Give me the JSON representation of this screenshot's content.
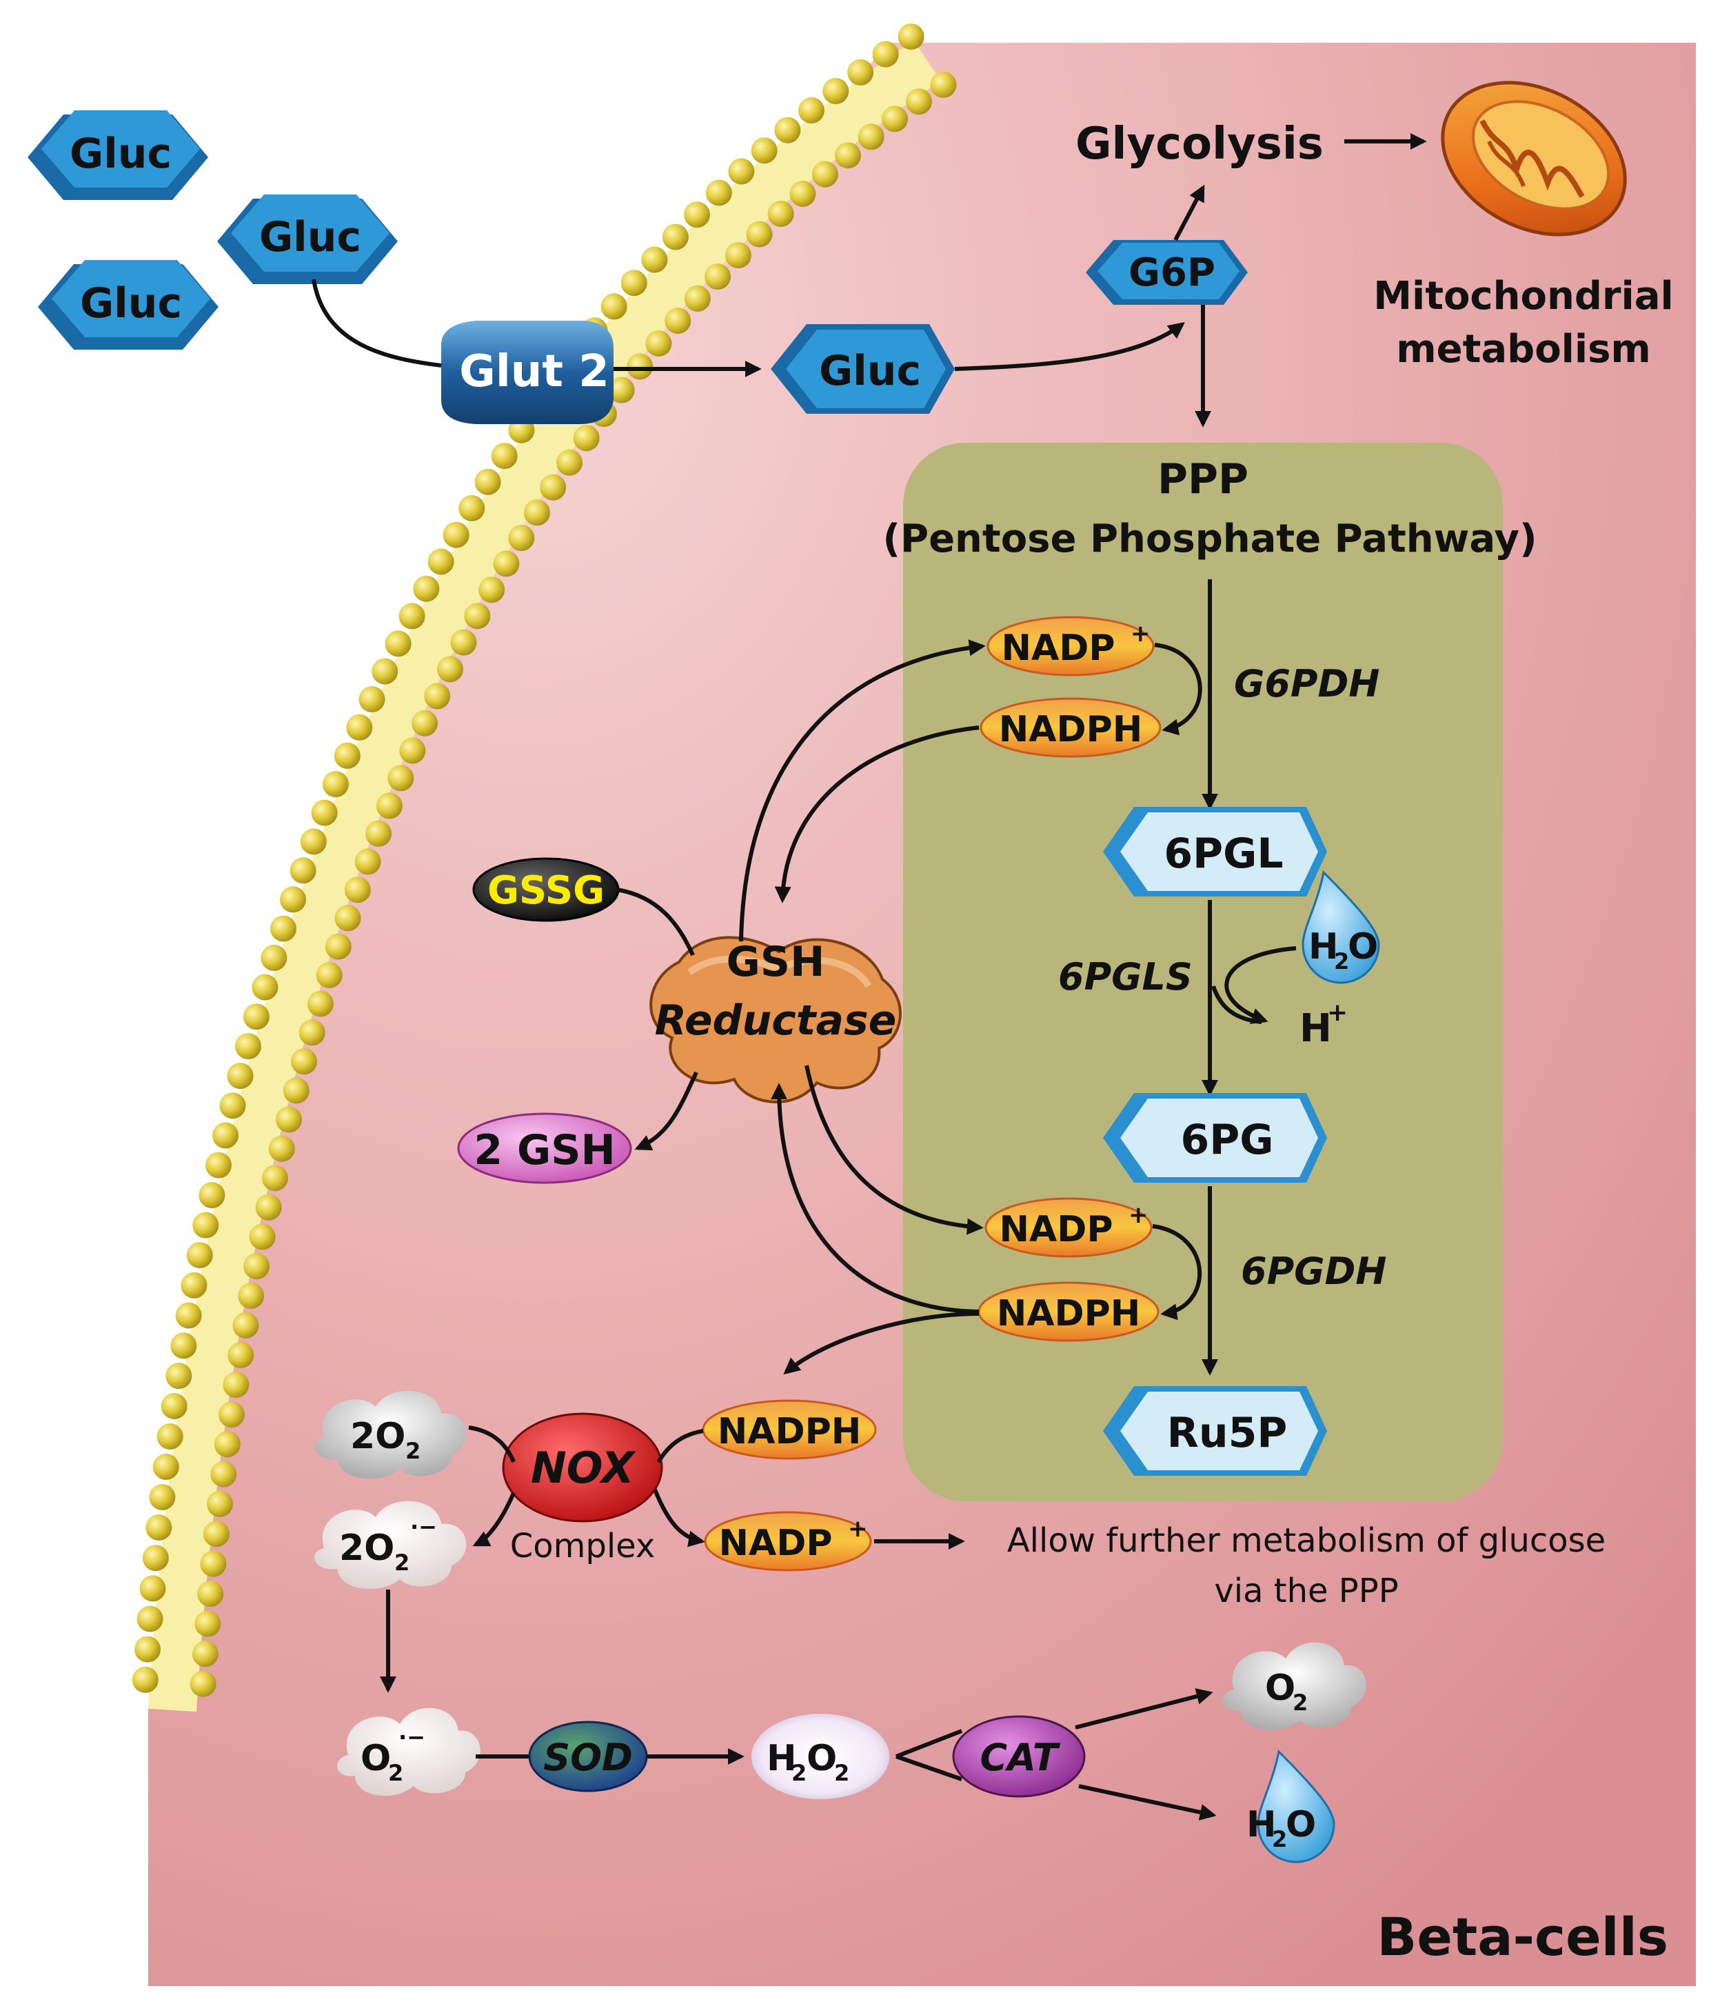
{
  "cell_label": "Beta-cells",
  "extracellular_glucose": [
    "Gluc",
    "Gluc",
    "Gluc"
  ],
  "transporter": "Glut 2",
  "intracellular_glucose": "Gluc",
  "g6p": "G6P",
  "glycolysis": "Glycolysis",
  "mitochondria": {
    "line1": "Mitochondrial",
    "line2": "metabolism"
  },
  "ppp": {
    "title": "PPP",
    "subtitle": "(Pentose Phosphate Pathway)"
  },
  "metabolites": {
    "sixpgl": "6PGL",
    "sixpg": "6PG",
    "ru5p": "Ru5P"
  },
  "enzymes": {
    "g6pdh": "G6PDH",
    "sixpgls": "6PGLS",
    "sixpgdh": "6PGDH"
  },
  "cofactors": {
    "nadp": "NADP",
    "nadph": "NADPH",
    "plus": "+"
  },
  "water": {
    "h": "H",
    "sub": "2",
    "o": "O"
  },
  "proton": {
    "h": "H",
    "plus": "+"
  },
  "gssg": "GSSG",
  "gsh_reductase": {
    "line1": "GSH",
    "line2": "Reductase"
  },
  "gsh": "2 GSH",
  "nox": {
    "name": "NOX",
    "complex": "Complex"
  },
  "oxygen_in": {
    "pre": "2O",
    "sub": "2"
  },
  "superoxide_2": {
    "pre": "2O",
    "sub": "2",
    "sup": "·−"
  },
  "superoxide": {
    "pre": "O",
    "sub": "2",
    "sup": "·−"
  },
  "further": {
    "line1": "Allow further metabolism of glucose",
    "line2": "via the PPP"
  },
  "sod": "SOD",
  "h2o2": {
    "h": "H",
    "sub1": "2",
    "o": "O",
    "sub2": "2"
  },
  "cat": "CAT",
  "o2_out": {
    "pre": "O",
    "sub": "2"
  },
  "colors": {
    "cell": "#e3a0a2",
    "ppp_box": "#b8b67b",
    "membrane": "#d9c43a",
    "blue": "#2f98d6",
    "nox": "#d81c1c",
    "cat": "#a23ca6",
    "sod": "#214e9c"
  }
}
